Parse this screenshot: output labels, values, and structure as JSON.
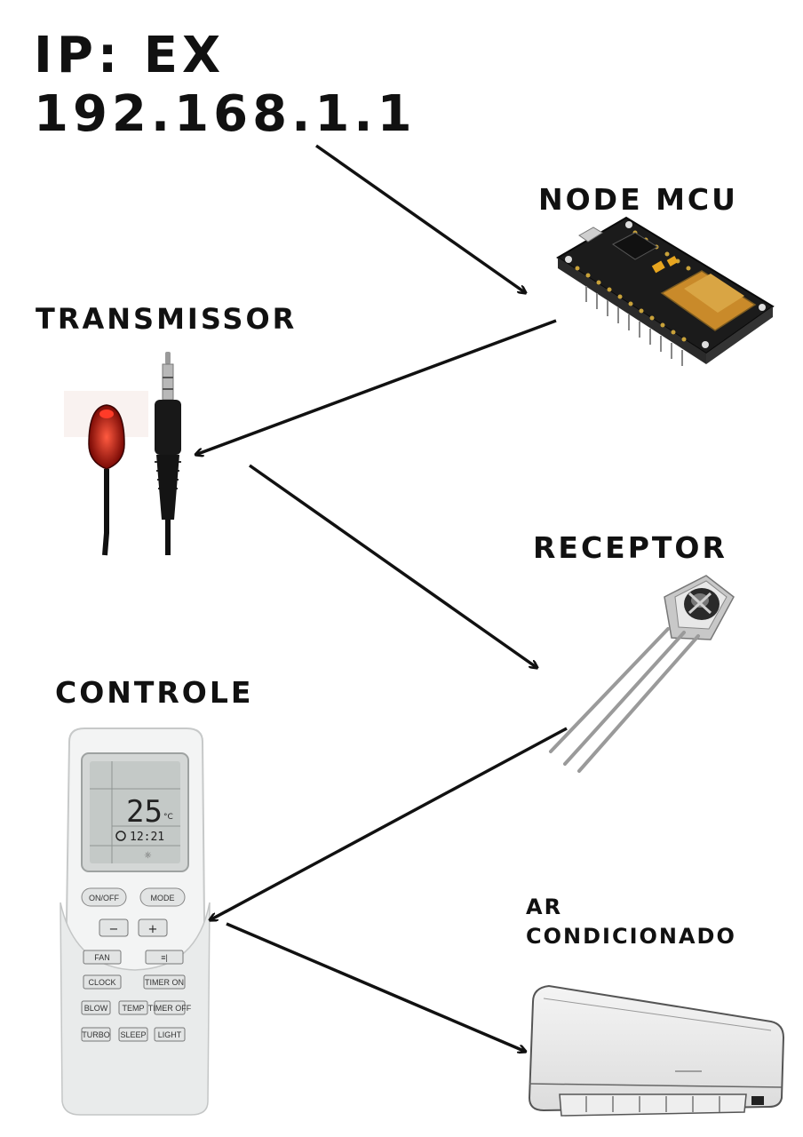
{
  "ip_label": {
    "line1": "IP: EX",
    "line2": "192.168.1.1"
  },
  "components": {
    "node_mcu": "NODE MCU",
    "transmissor": "TRANSMISSOR",
    "receptor": "RECEPTOR",
    "controle": "CONTROLE",
    "ar_condicionado": {
      "line1": "AR",
      "line2": "CONDICIONADO"
    }
  },
  "remote": {
    "display_temp": "25",
    "display_unit": "°C",
    "display_time": "12:21",
    "buttons": {
      "on_off": "ON/OFF",
      "mode": "MODE",
      "minus": "−",
      "plus": "+",
      "fan": "FAN",
      "swing": "≡|",
      "clock": "CLOCK",
      "timer_on": "TIMER ON",
      "blow": "BLOW",
      "temp": "TEMP",
      "timer_off": "TIMER OFF",
      "turbo": "TURBO",
      "sleep": "SLEEP",
      "light": "LIGHT"
    }
  },
  "colors": {
    "arrow": "#111111",
    "led": "#c81a10",
    "board": "#1b1b1b",
    "remote_body": "#f3f4f4"
  },
  "icons": [
    "nodemcu-board-icon",
    "ir-transmitter-icon",
    "ir-receiver-icon",
    "remote-control-icon",
    "air-conditioner-icon"
  ]
}
